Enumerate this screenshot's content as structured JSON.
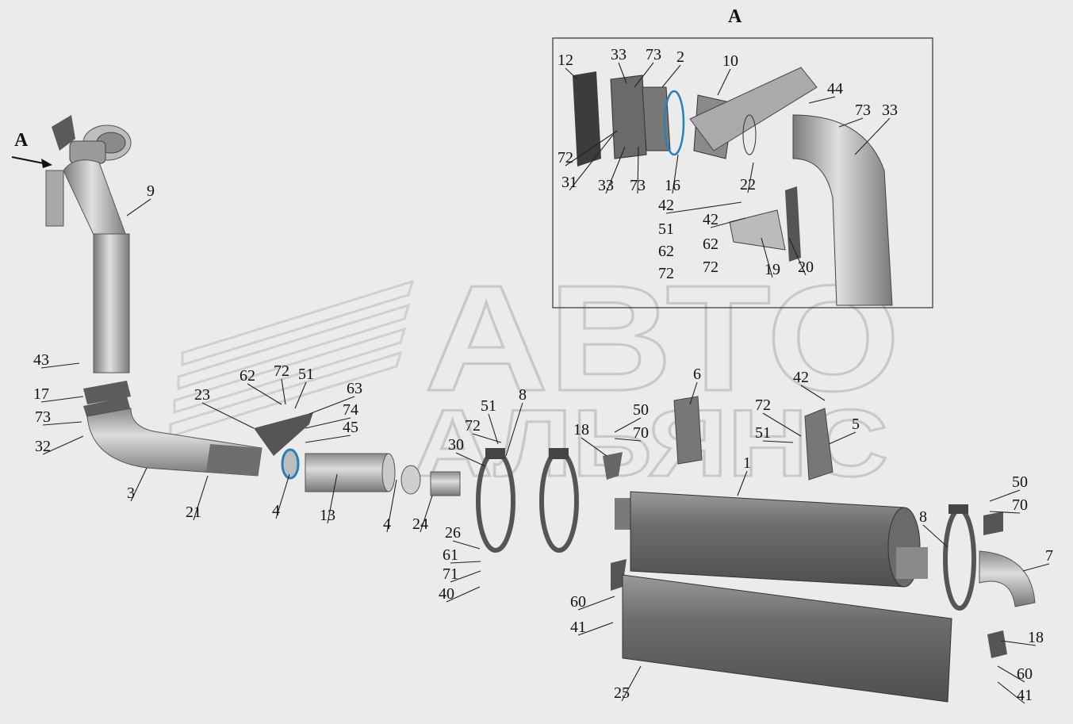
{
  "watermark": {
    "line1": "АВТО",
    "line2": "АЛЬЯНС"
  },
  "view_marker": "A",
  "inset_title": "A",
  "callouts": {
    "main": [
      "9",
      "43",
      "17",
      "73",
      "32",
      "3",
      "21",
      "23",
      "62",
      "72",
      "51",
      "63",
      "74",
      "45",
      "4",
      "13",
      "4",
      "24",
      "8",
      "51",
      "72",
      "30",
      "26",
      "61",
      "71",
      "40",
      "18",
      "50",
      "70",
      "6",
      "42",
      "72",
      "51",
      "5",
      "1",
      "8",
      "50",
      "70",
      "7",
      "60",
      "41",
      "25",
      "18",
      "60",
      "41"
    ],
    "inset": [
      "12",
      "33",
      "73",
      "2",
      "10",
      "44",
      "73",
      "33",
      "72",
      "31",
      "33",
      "73",
      "16",
      "22",
      "42",
      "42",
      "51",
      "62",
      "62",
      "72",
      "72",
      "19",
      "20"
    ]
  },
  "colors": {
    "background": "#ebebeb",
    "part_dark": "#6f6f6f",
    "part_light": "#c9c9c9",
    "gasket_blue": "#2a7fb8"
  }
}
